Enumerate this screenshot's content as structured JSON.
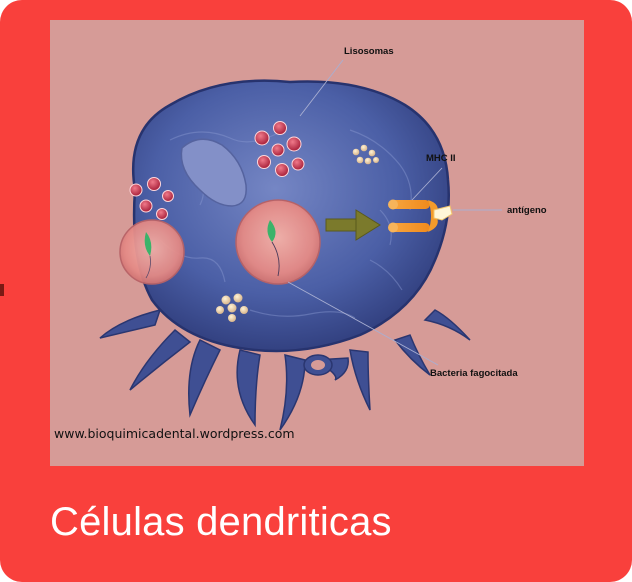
{
  "caption": "Células dendriticas",
  "figure": {
    "labels": {
      "lysosomes": "Lisosomas",
      "mhc": "MHC II",
      "antigen": "antígeno",
      "bacteria": "Bacteria fagocitada"
    },
    "watermark": "www.bioquimicadental.wordpress.com"
  },
  "colors": {
    "frame": "#f9403c",
    "figure_background": "#d69b97",
    "cell_body": "#4b5fa6",
    "vesicle": "#e48a86",
    "lysosome": "#c0324a",
    "arrow": "#7b7a2c",
    "receptor": "#f39b2b",
    "caption_text": "#ffffff"
  }
}
